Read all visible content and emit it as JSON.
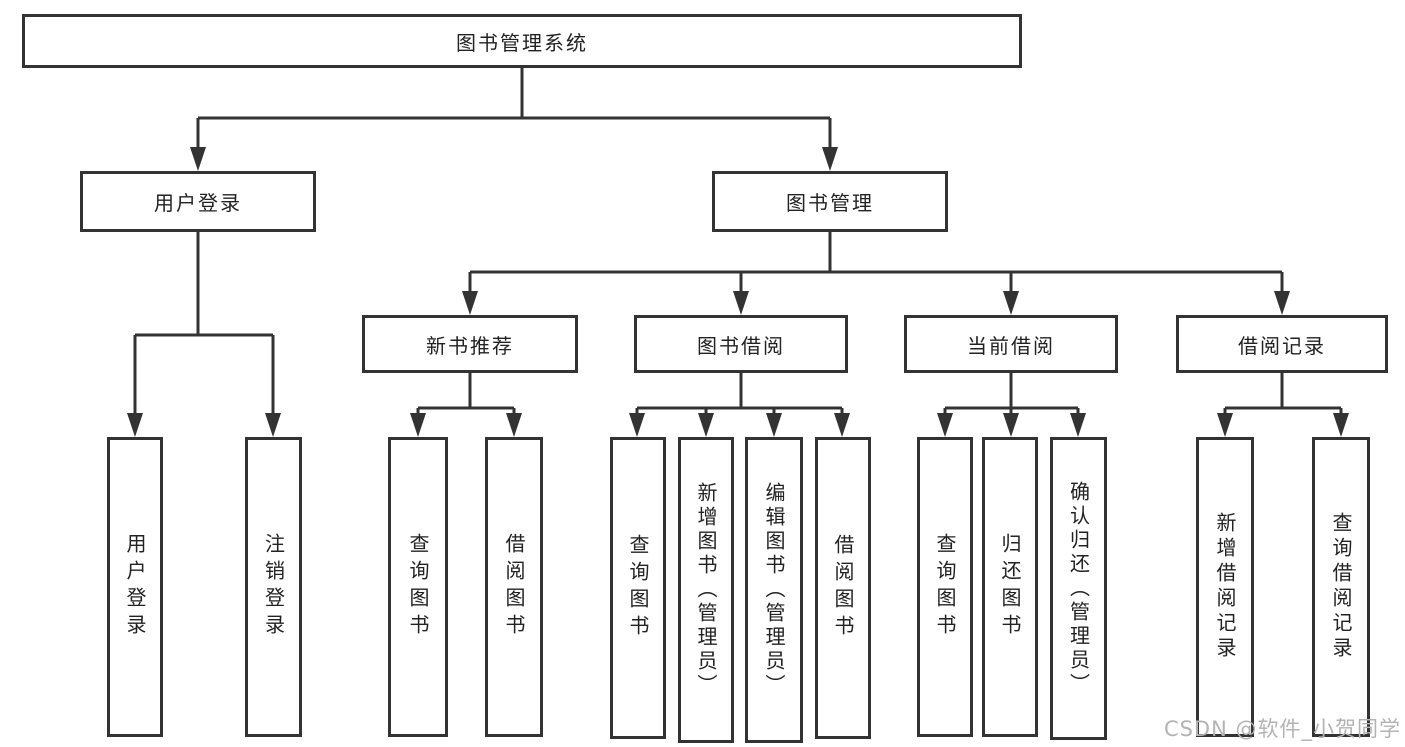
{
  "colors": {
    "line": "#333333",
    "text": "#222222",
    "watermark": "#b3b3b3",
    "background": "#ffffff"
  },
  "diagram": {
    "root": {
      "label": "图书管理系统"
    },
    "branches": [
      {
        "label": "用户登录",
        "children": [
          {
            "label": "用户登录"
          },
          {
            "label": "注销登录"
          }
        ]
      },
      {
        "label": "图书管理",
        "children": [
          {
            "label": "新书推荐",
            "children": [
              {
                "label": "查询图书"
              },
              {
                "label": "借阅图书"
              }
            ]
          },
          {
            "label": "图书借阅",
            "children": [
              {
                "label": "查询图书"
              },
              {
                "label": "新增图书（管理员）"
              },
              {
                "label": "编辑图书（管理员）"
              },
              {
                "label": "借阅图书"
              }
            ]
          },
          {
            "label": "当前借阅",
            "children": [
              {
                "label": "查询图书"
              },
              {
                "label": "归还图书"
              },
              {
                "label": "确认归还（管理员）"
              }
            ]
          },
          {
            "label": "借阅记录",
            "children": [
              {
                "label": "新增借阅记录"
              },
              {
                "label": "查询借阅记录"
              }
            ]
          }
        ]
      }
    ]
  },
  "watermark": {
    "text": "CSDN @软件_小贺同学"
  }
}
